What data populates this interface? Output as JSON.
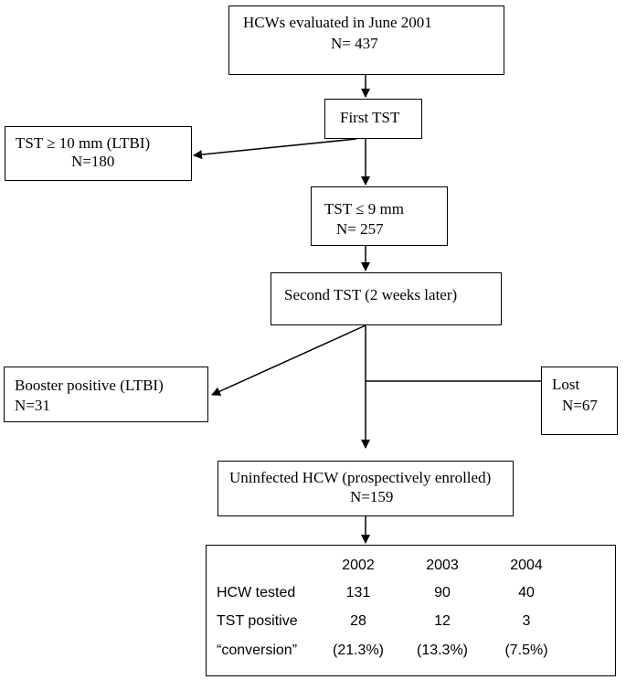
{
  "flowchart": {
    "evaluated": {
      "line1": "HCWs evaluated in June 2001",
      "line2": "N= 437"
    },
    "first_tst": {
      "label": "First TST"
    },
    "ltbi_first": {
      "line1": "TST ≥ 10 mm (LTBI)",
      "line2": "N=180"
    },
    "tst_le9": {
      "line1": "TST ≤ 9 mm",
      "line2": "N= 257"
    },
    "second_tst": {
      "label": "Second TST (2 weeks later)"
    },
    "booster": {
      "line1": "Booster positive (LTBI)",
      "line2": "N=31"
    },
    "lost": {
      "line1": "Lost",
      "line2": "N=67"
    },
    "uninfected": {
      "line1": "Uninfected HCW (prospectively enrolled)",
      "line2": "N=159"
    }
  },
  "followup_table": {
    "years": [
      "2002",
      "2003",
      "2004"
    ],
    "rows": [
      {
        "label": "HCW tested",
        "values": [
          "131",
          "90",
          "40"
        ]
      },
      {
        "label": "TST positive",
        "values": [
          "28",
          "12",
          "3"
        ]
      },
      {
        "label": "“conversion”",
        "values": [
          "(21.3%)",
          "(13.3%)",
          "(7.5%)"
        ]
      }
    ]
  }
}
